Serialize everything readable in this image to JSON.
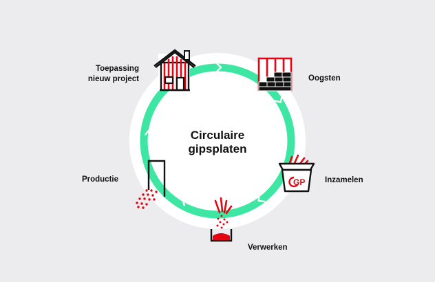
{
  "title": {
    "line1": "Circulaire",
    "line2": "gipsplaten"
  },
  "colors": {
    "background": "#ececee",
    "ring_fill": "#ffffff",
    "cycle_ring": "#3ee6a4",
    "accent_red": "#e20613",
    "icon_stroke": "#111111"
  },
  "stages": [
    {
      "icon": "house-icon",
      "line1": "Toepassing",
      "line2": "nieuw project"
    },
    {
      "icon": "wall-panels-icon",
      "line1": "Oogsten"
    },
    {
      "icon": "container-icon",
      "line1": "Inzamelen",
      "badge": "GP"
    },
    {
      "icon": "crusher-icon",
      "line1": "Verwerken"
    },
    {
      "icon": "production-silo-icon",
      "line1": "Productie"
    }
  ]
}
